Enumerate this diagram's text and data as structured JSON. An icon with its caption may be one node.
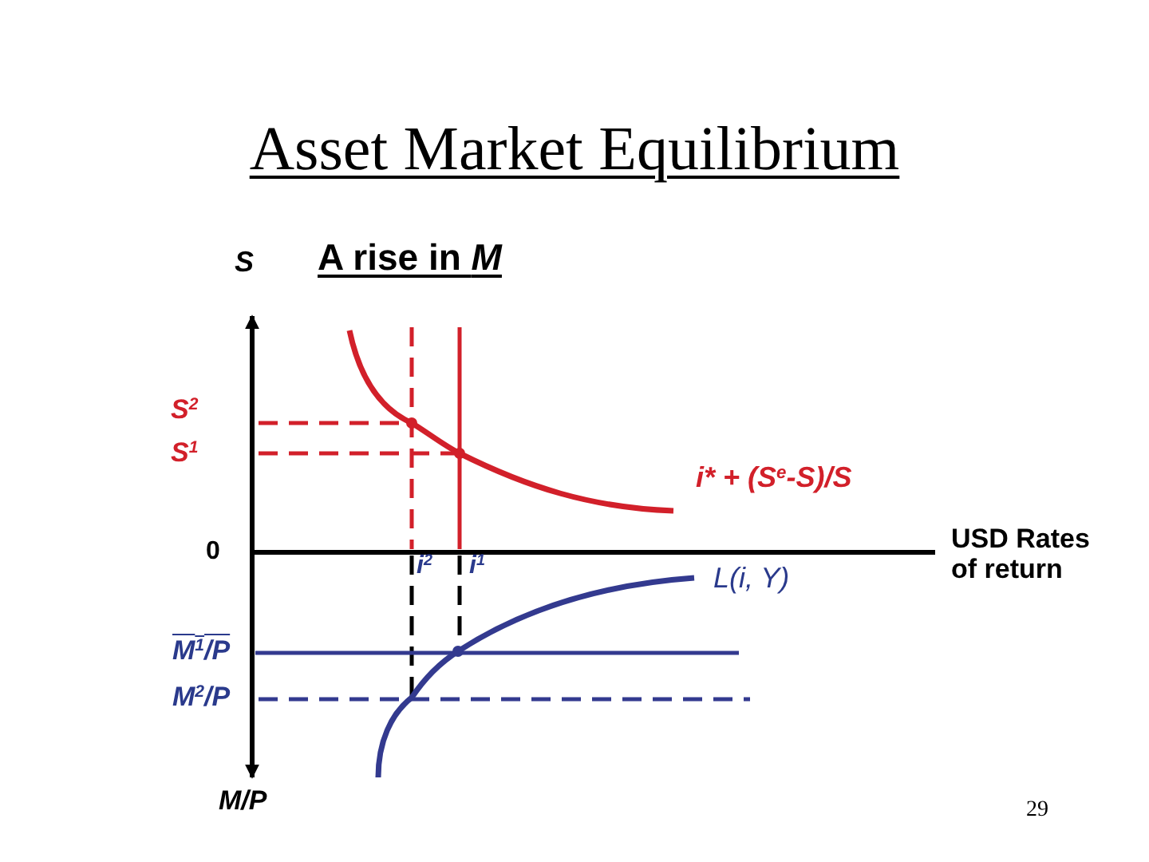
{
  "diagram": {
    "title": "Asset Market Equilibrium",
    "labels": [
      "S",
      "A rise in *M*",
      "S$^{2}$",
      "S$^{1}$",
      "i* + (S$^{e}$-S)/S",
      "0",
      "i$^{2}$",
      "i$^{1}$",
      "L(i, Y)",
      "USD Rates of return",
      "M$^{1}$/P",
      "M$^{2}$/P",
      "M/P",
      "29"
    ]
  }
}
